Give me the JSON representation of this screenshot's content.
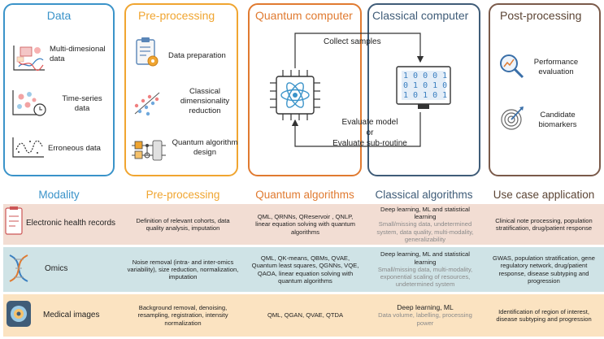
{
  "top_panels": {
    "data": {
      "title": "Data",
      "items": [
        "Multi-dimesional data",
        "Time-series data",
        "Erroneous data"
      ],
      "color": "#3a93c9"
    },
    "preprocessing": {
      "title": "Pre-processing",
      "items": [
        "Data preparation",
        "Classical dimensionality reduction",
        "Quantum algorithm design"
      ],
      "color": "#f0a530"
    },
    "quantum": {
      "title": "Quantum computer",
      "color": "#e07a30"
    },
    "classical": {
      "title": "Classical computer",
      "color": "#3f5c78"
    },
    "postprocessing": {
      "title": "Post-processing",
      "items": [
        "Performance evaluation",
        "Candidate biomarkers"
      ],
      "color": "#7a5a4a"
    },
    "flow": {
      "collect": "Collect samples",
      "evaluate_1": "Evaluate model",
      "or": "or",
      "evaluate_2": "Evaluate sub-routine",
      "binary": [
        "1 0 0 0 1",
        "0 1 0 1 0",
        "1 0 1 0 1"
      ]
    }
  },
  "table": {
    "headers": {
      "modality": "Modality",
      "preprocessing": "Pre-processing",
      "quantum": "Quantum algorithms",
      "classical": "Classical algorithms",
      "usecase": "Use case application"
    },
    "rows": [
      {
        "label": "Electronic health records",
        "pre": "Definition of relevant cohorts, data quality analysis, imputation",
        "quantum": "QML, QRNNs, QReservoir , QNLP, linear equation solving with quantum algorithms",
        "classical": "Deep learning, ML and statistical learning",
        "classical_note": "Small/missing data, undetermined system, data quality, multi-modality, generalizability",
        "usecase": "Clinical note processing, population stratification, drug/patient response"
      },
      {
        "label": "Omics",
        "pre": "Noise removal (intra- and inter-omics variability), size reduction, normalization, imputation",
        "quantum": "QML, QK-means, QBMs, QVAE, Quantum least squares, QGNNs, VQE, QAOA, linear equation solving with quantum algorithms",
        "classical": "Deep learning, ML and statistical learning",
        "classical_note": "Small/missing data, multi-modality, exponential scaling of resources, undetermined system",
        "usecase": "GWAS, population stratification, gene regulatory network, drug/patient response, disease subtyping and progression"
      },
      {
        "label": "Medical images",
        "pre": "Background removal, denoising, resampling, registration, intensity normalization",
        "quantum": "QML, QGAN, QVAE, QTDA",
        "classical": "Deep learning, ML",
        "classical_note": "Data volume, labelling, processing power",
        "usecase": "Identification of region of interest, disease subtyping and progression"
      }
    ]
  }
}
